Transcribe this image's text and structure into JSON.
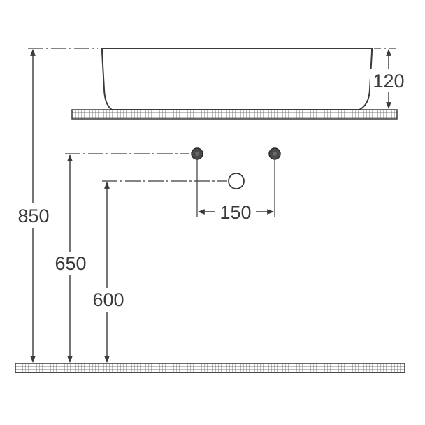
{
  "dimensions": {
    "total_height": "850",
    "basin_height": "120",
    "pipe_spacing": "150",
    "supply_height": "650",
    "waste_height": "600"
  },
  "colors": {
    "line": "#3a3a3a",
    "hatch": "#8a8a8a",
    "pipe_fill": "#4a4a4a"
  }
}
